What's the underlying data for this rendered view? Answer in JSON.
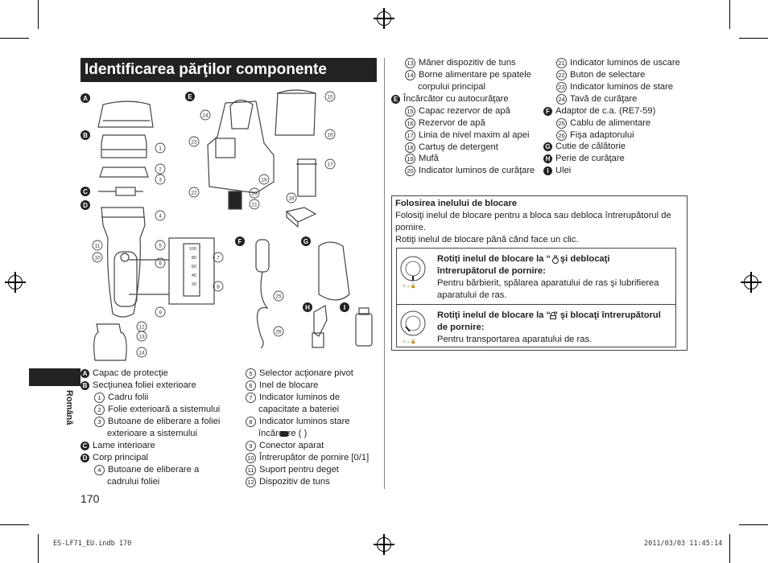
{
  "title": "Identificarea părţilor componente",
  "side_label": "Română",
  "page_number": "170",
  "footer": {
    "file": "ES-LF71_EU.indb   170",
    "date": "2011/03/03   11:45:14"
  },
  "figure": {
    "letters": [
      "A",
      "B",
      "C",
      "D",
      "E",
      "F",
      "G",
      "H",
      "I"
    ],
    "callouts": [
      "1",
      "2",
      "3",
      "4",
      "5",
      "6",
      "7",
      "8",
      "9",
      "10",
      "11",
      "12",
      "13",
      "14",
      "15",
      "16",
      "17",
      "18",
      "19",
      "20",
      "21",
      "22",
      "23",
      "24",
      "25",
      "26"
    ],
    "gauge_ticks": [
      "100",
      "80",
      "60",
      "40",
      "20"
    ]
  },
  "list_left": [
    {
      "mark": "A",
      "type": "letter",
      "text": "Capac de protecţie"
    },
    {
      "mark": "B",
      "type": "letter",
      "text": "Secţiunea foliei exterioare"
    },
    {
      "mark": "1",
      "type": "num",
      "text": "Cadru folii"
    },
    {
      "mark": "2",
      "type": "num",
      "text": "Folie exterioară a sistemului"
    },
    {
      "mark": "3",
      "type": "num",
      "text": "Butoane de eliberare a foliei"
    },
    {
      "mark": "",
      "type": "cont",
      "text": "exterioare a sistemului"
    },
    {
      "mark": "C",
      "type": "letter",
      "text": "Lame interioare"
    },
    {
      "mark": "D",
      "type": "letter",
      "text": "Corp principal"
    },
    {
      "mark": "4",
      "type": "num",
      "text": "Butoane de eliberare a"
    },
    {
      "mark": "",
      "type": "cont",
      "text": "cadrului foliei"
    }
  ],
  "list_mid": [
    {
      "mark": "5",
      "type": "num",
      "text": "Selector acţionare pivot"
    },
    {
      "mark": "6",
      "type": "num",
      "text": "Inel de blocare"
    },
    {
      "mark": "7",
      "type": "num",
      "text": "Indicator luminos de"
    },
    {
      "mark": "",
      "type": "cont",
      "text": "capacitate a bateriei"
    },
    {
      "mark": "8",
      "type": "num",
      "text": "Indicator luminos stare"
    },
    {
      "mark": "",
      "type": "cont",
      "text": "încărcare (     )"
    },
    {
      "mark": "9",
      "type": "num",
      "text": "Conector aparat"
    },
    {
      "mark": "10",
      "type": "num",
      "text": "Întrerupător de pornire [0/1]"
    },
    {
      "mark": "11",
      "type": "num",
      "text": "Suport pentru deget"
    },
    {
      "mark": "12",
      "type": "num",
      "text": "Dispozitiv de tuns"
    }
  ],
  "list_right1": [
    {
      "mark": "13",
      "type": "num",
      "text": "Mâner dispozitiv de tuns"
    },
    {
      "mark": "14",
      "type": "num",
      "text": "Borne alimentare pe spatele"
    },
    {
      "mark": "",
      "type": "cont",
      "text": "corpului principal"
    },
    {
      "mark": "E",
      "type": "letter",
      "text": "Încărcător cu autocurăţare"
    },
    {
      "mark": "15",
      "type": "num",
      "text": "Capac rezervor de apă"
    },
    {
      "mark": "16",
      "type": "num",
      "text": "Rezervor de apă"
    },
    {
      "mark": "17",
      "type": "num",
      "text": "Linia de nivel maxim al apei"
    },
    {
      "mark": "18",
      "type": "num",
      "text": "Cartuş de detergent"
    },
    {
      "mark": "19",
      "type": "num",
      "text": "Mufă"
    },
    {
      "mark": "20",
      "type": "num",
      "text": "Indicator luminos de curăţare"
    }
  ],
  "list_right2": [
    {
      "mark": "21",
      "type": "num",
      "text": "Indicator luminos de uscare"
    },
    {
      "mark": "22",
      "type": "num",
      "text": "Buton de selectare"
    },
    {
      "mark": "23",
      "type": "num",
      "text": "Indicator luminos de stare"
    },
    {
      "mark": "24",
      "type": "num",
      "text": "Tavă de curăţare"
    },
    {
      "mark": "F",
      "type": "letter",
      "text": "Adaptor de c.a. (RE7-59)"
    },
    {
      "mark": "25",
      "type": "num",
      "text": "Cablu de alimentare"
    },
    {
      "mark": "26",
      "type": "num",
      "text": "Fişa adaptorului"
    },
    {
      "mark": "G",
      "type": "letter",
      "text": "Cutie de călătorie"
    },
    {
      "mark": "H",
      "type": "letter",
      "text": "Perie de curăţare"
    },
    {
      "mark": "I",
      "type": "letter",
      "text": "Ulei"
    }
  ],
  "lock_box": {
    "heading": "Folosirea inelului de blocare",
    "para1a": "Folosiţi inelul de blocare pentru a bloca sau debloca întrerupătorul de",
    "para1b": "pornire.",
    "para2": "Rotiţi inelul de blocare până când face un clic.",
    "unlock_title_a": "Rotiţi inelul de blocare la “  ” şi deblocaţi",
    "unlock_title_b": "întrerupătorul de pornire:",
    "unlock_text_a": "Pentru bărbierit, spălarea aparatului de ras şi lubrifierea",
    "unlock_text_b": "aparatului de ras.",
    "lock_title_a": "Rotiţi inelul de blocare la “  ” şi blocaţi întrerupătorul",
    "lock_title_b": "de pornire:",
    "lock_text": "Pentru transportarea aparatului de ras."
  },
  "colors": {
    "ink": "#222222",
    "line": "#444444"
  }
}
